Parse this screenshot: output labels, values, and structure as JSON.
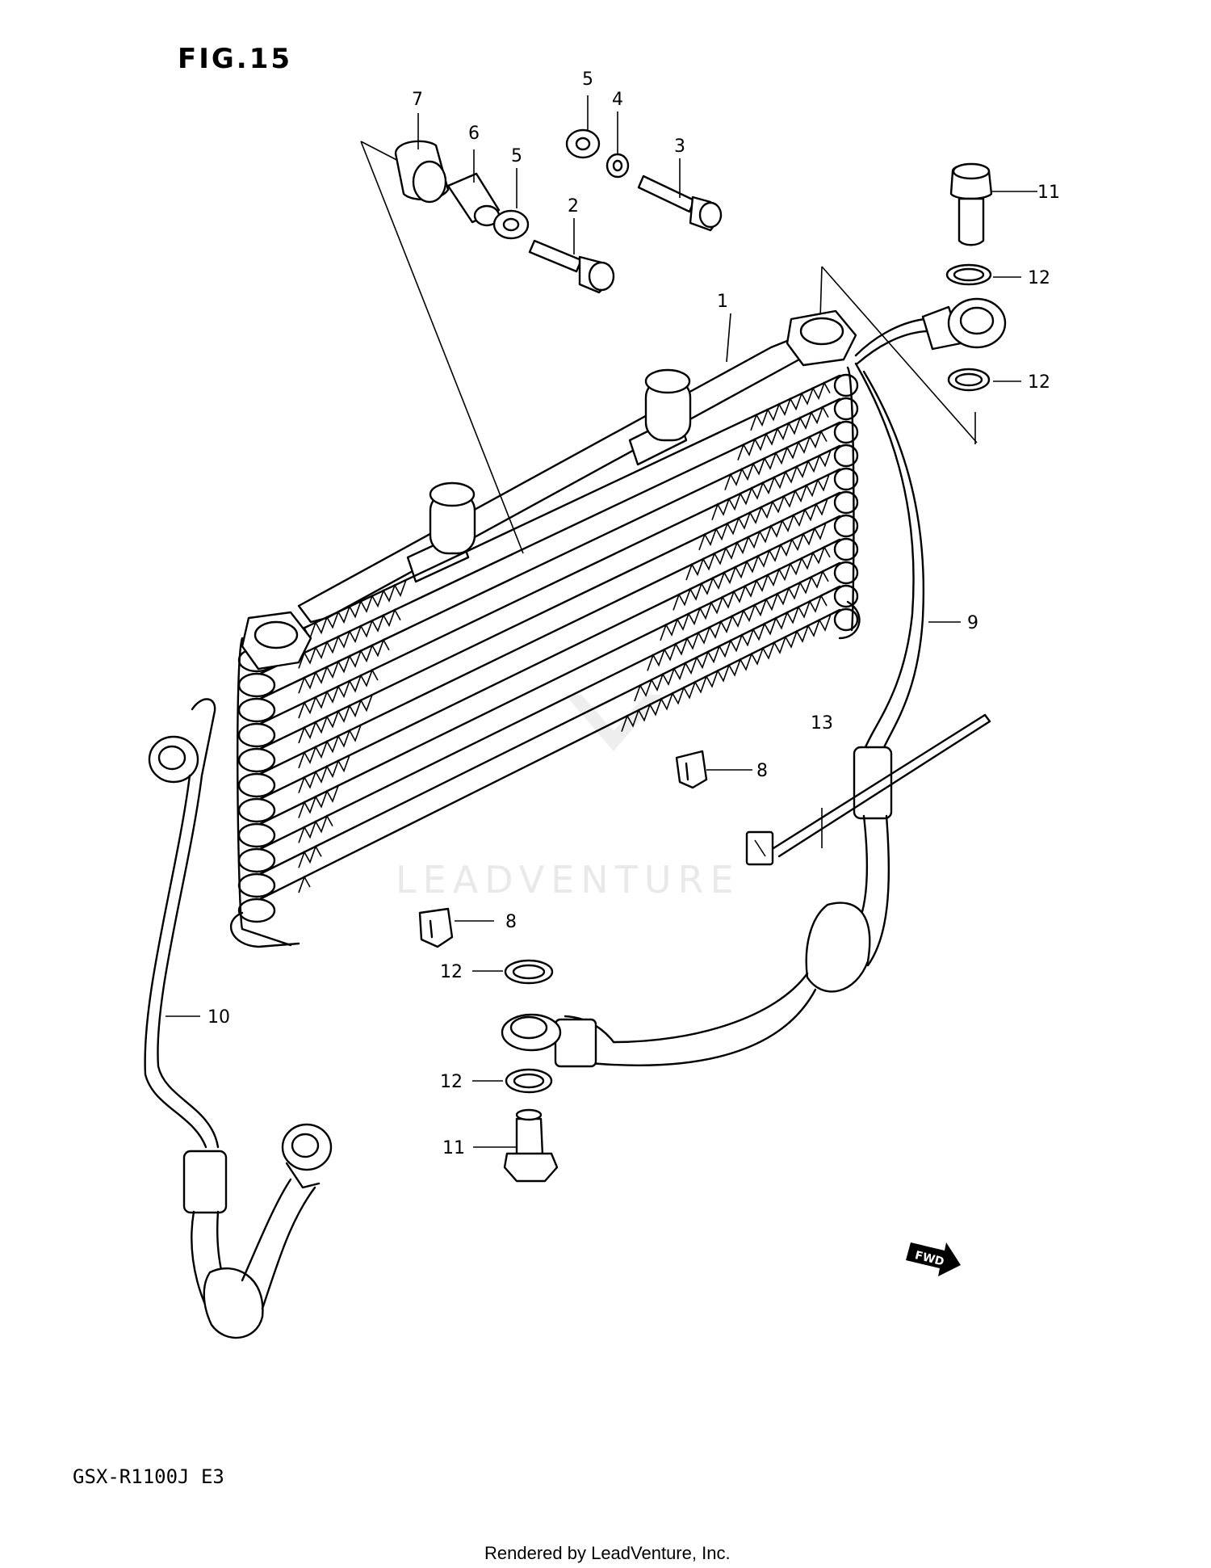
{
  "figure": {
    "title": "FIG.15",
    "model": "GSX-R1100J  E3",
    "footer": "Rendered by LeadVenture, Inc.",
    "watermark": "LEADVENTURE",
    "fwd_label": "FWD"
  },
  "callouts": [
    {
      "id": "c7",
      "label": "7"
    },
    {
      "id": "c6",
      "label": "6"
    },
    {
      "id": "c5a",
      "label": "5"
    },
    {
      "id": "c5b",
      "label": "5"
    },
    {
      "id": "c4",
      "label": "4"
    },
    {
      "id": "c3",
      "label": "3"
    },
    {
      "id": "c2",
      "label": "2"
    },
    {
      "id": "c1",
      "label": "1"
    },
    {
      "id": "c11a",
      "label": "11"
    },
    {
      "id": "c12a",
      "label": "12"
    },
    {
      "id": "c12b",
      "label": "12"
    },
    {
      "id": "c9",
      "label": "9"
    },
    {
      "id": "c13",
      "label": "13"
    },
    {
      "id": "c8a",
      "label": "8"
    },
    {
      "id": "c8b",
      "label": "8"
    },
    {
      "id": "c12c",
      "label": "12"
    },
    {
      "id": "c12d",
      "label": "12"
    },
    {
      "id": "c11b",
      "label": "11"
    },
    {
      "id": "c10",
      "label": "10"
    }
  ]
}
